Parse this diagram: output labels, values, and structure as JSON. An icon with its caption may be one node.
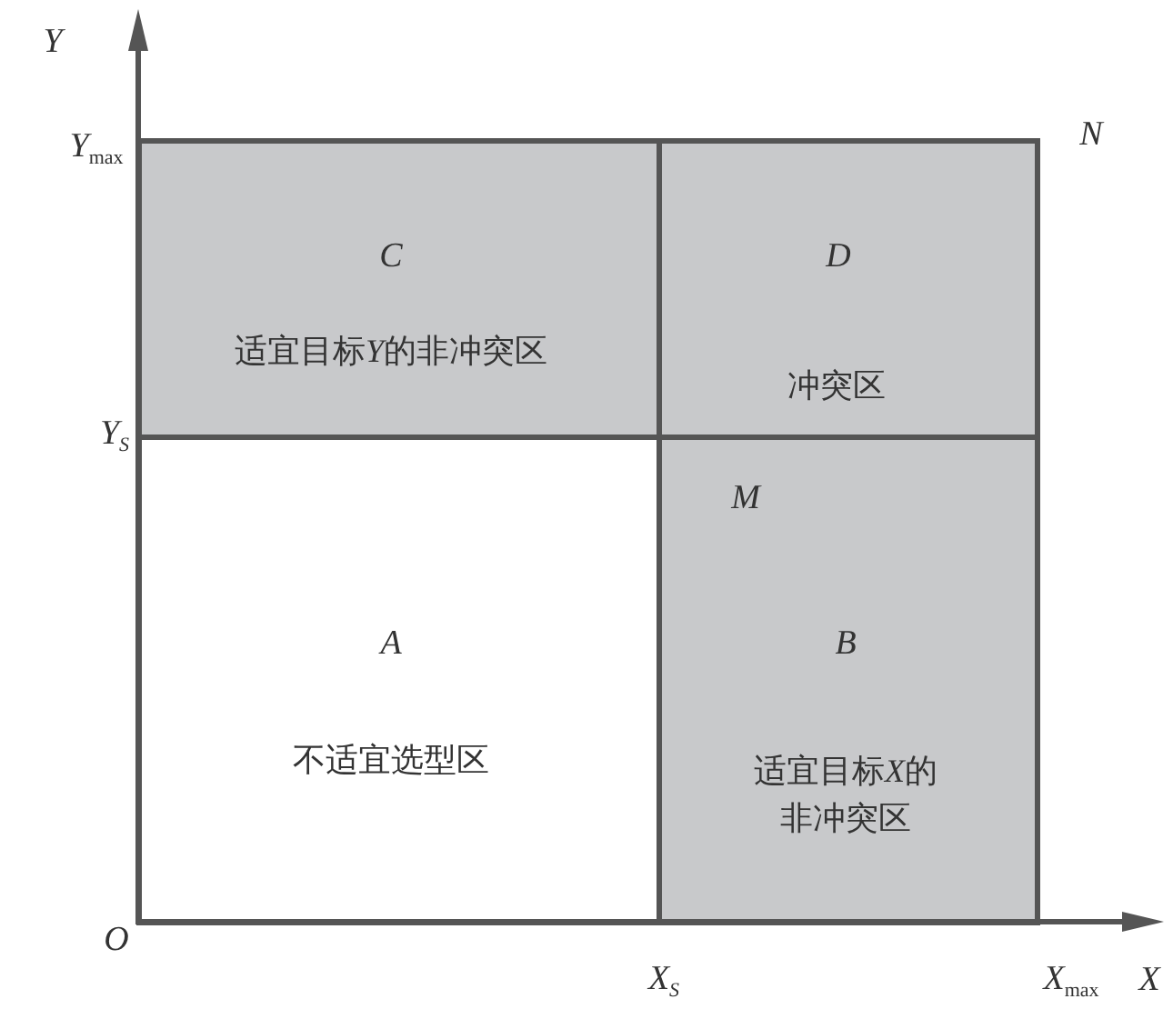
{
  "diagram": {
    "nodes": [
      {
        "text": [
          "C",
          "适宜目标Y的非冲突区"
        ]
      },
      {
        "text": [
          "D",
          "冲突区"
        ]
      },
      {
        "text": [
          "A",
          "不适宜选型区"
        ]
      },
      {
        "text": [
          "B",
          "适宜目标X的非冲突区"
        ]
      }
    ],
    "labels": [
      "Y",
      "*Y*$_{max}$",
      "N",
      "Y$_{S}$",
      "M",
      "O",
      "X$_{S}$",
      "*X*$_{max}$",
      "X"
    ]
  }
}
